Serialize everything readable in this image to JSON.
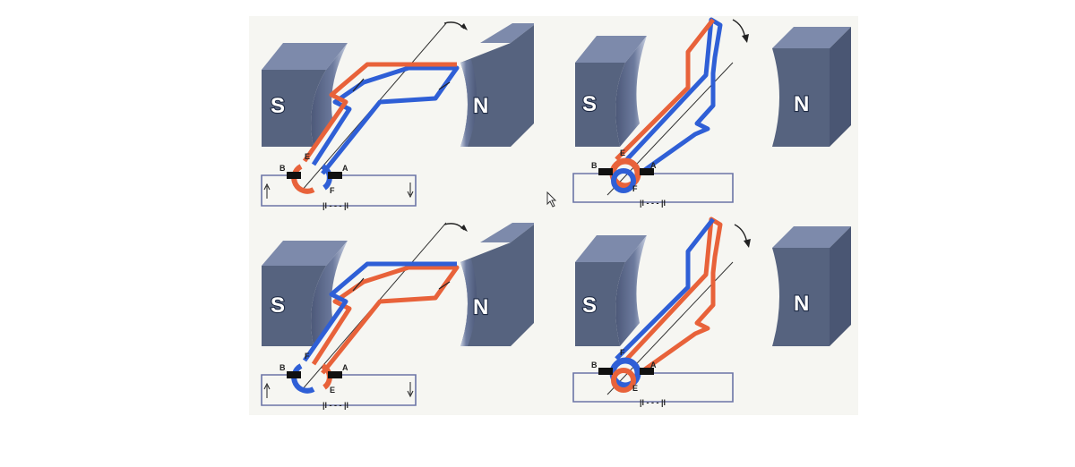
{
  "figure": {
    "panels": [
      {
        "id": "top-left",
        "labels": {
          "south": "S",
          "north": "N",
          "brush_left": "B",
          "brush_right": "A",
          "ring_upper": "E",
          "ring_lower": "F"
        },
        "battery": "|l - - - |l",
        "colors": {
          "near_wire": "#e8623a",
          "far_wire": "#2f5fd6"
        }
      },
      {
        "id": "top-right",
        "labels": {
          "south": "S",
          "north": "N",
          "brush_left": "B",
          "brush_right": "A",
          "ring_upper": "E",
          "ring_lower": "F"
        },
        "battery": "|l - - - |l",
        "colors": {
          "near_wire": "#e8623a",
          "far_wire": "#2f5fd6"
        }
      },
      {
        "id": "bottom-left",
        "labels": {
          "south": "S",
          "north": "N",
          "brush_left": "B",
          "brush_right": "A",
          "ring_upper": "F",
          "ring_lower": "E"
        },
        "battery": "|l - - - |l",
        "colors": {
          "near_wire": "#2f5fd6",
          "far_wire": "#e8623a"
        }
      },
      {
        "id": "bottom-right",
        "labels": {
          "south": "S",
          "north": "N",
          "brush_left": "B",
          "brush_right": "A",
          "ring_upper": "F",
          "ring_lower": "E"
        },
        "battery": "|l - - - |l",
        "colors": {
          "near_wire": "#2f5fd6",
          "far_wire": "#e8623a"
        }
      }
    ],
    "magnet_color": "#5d6b8c"
  }
}
